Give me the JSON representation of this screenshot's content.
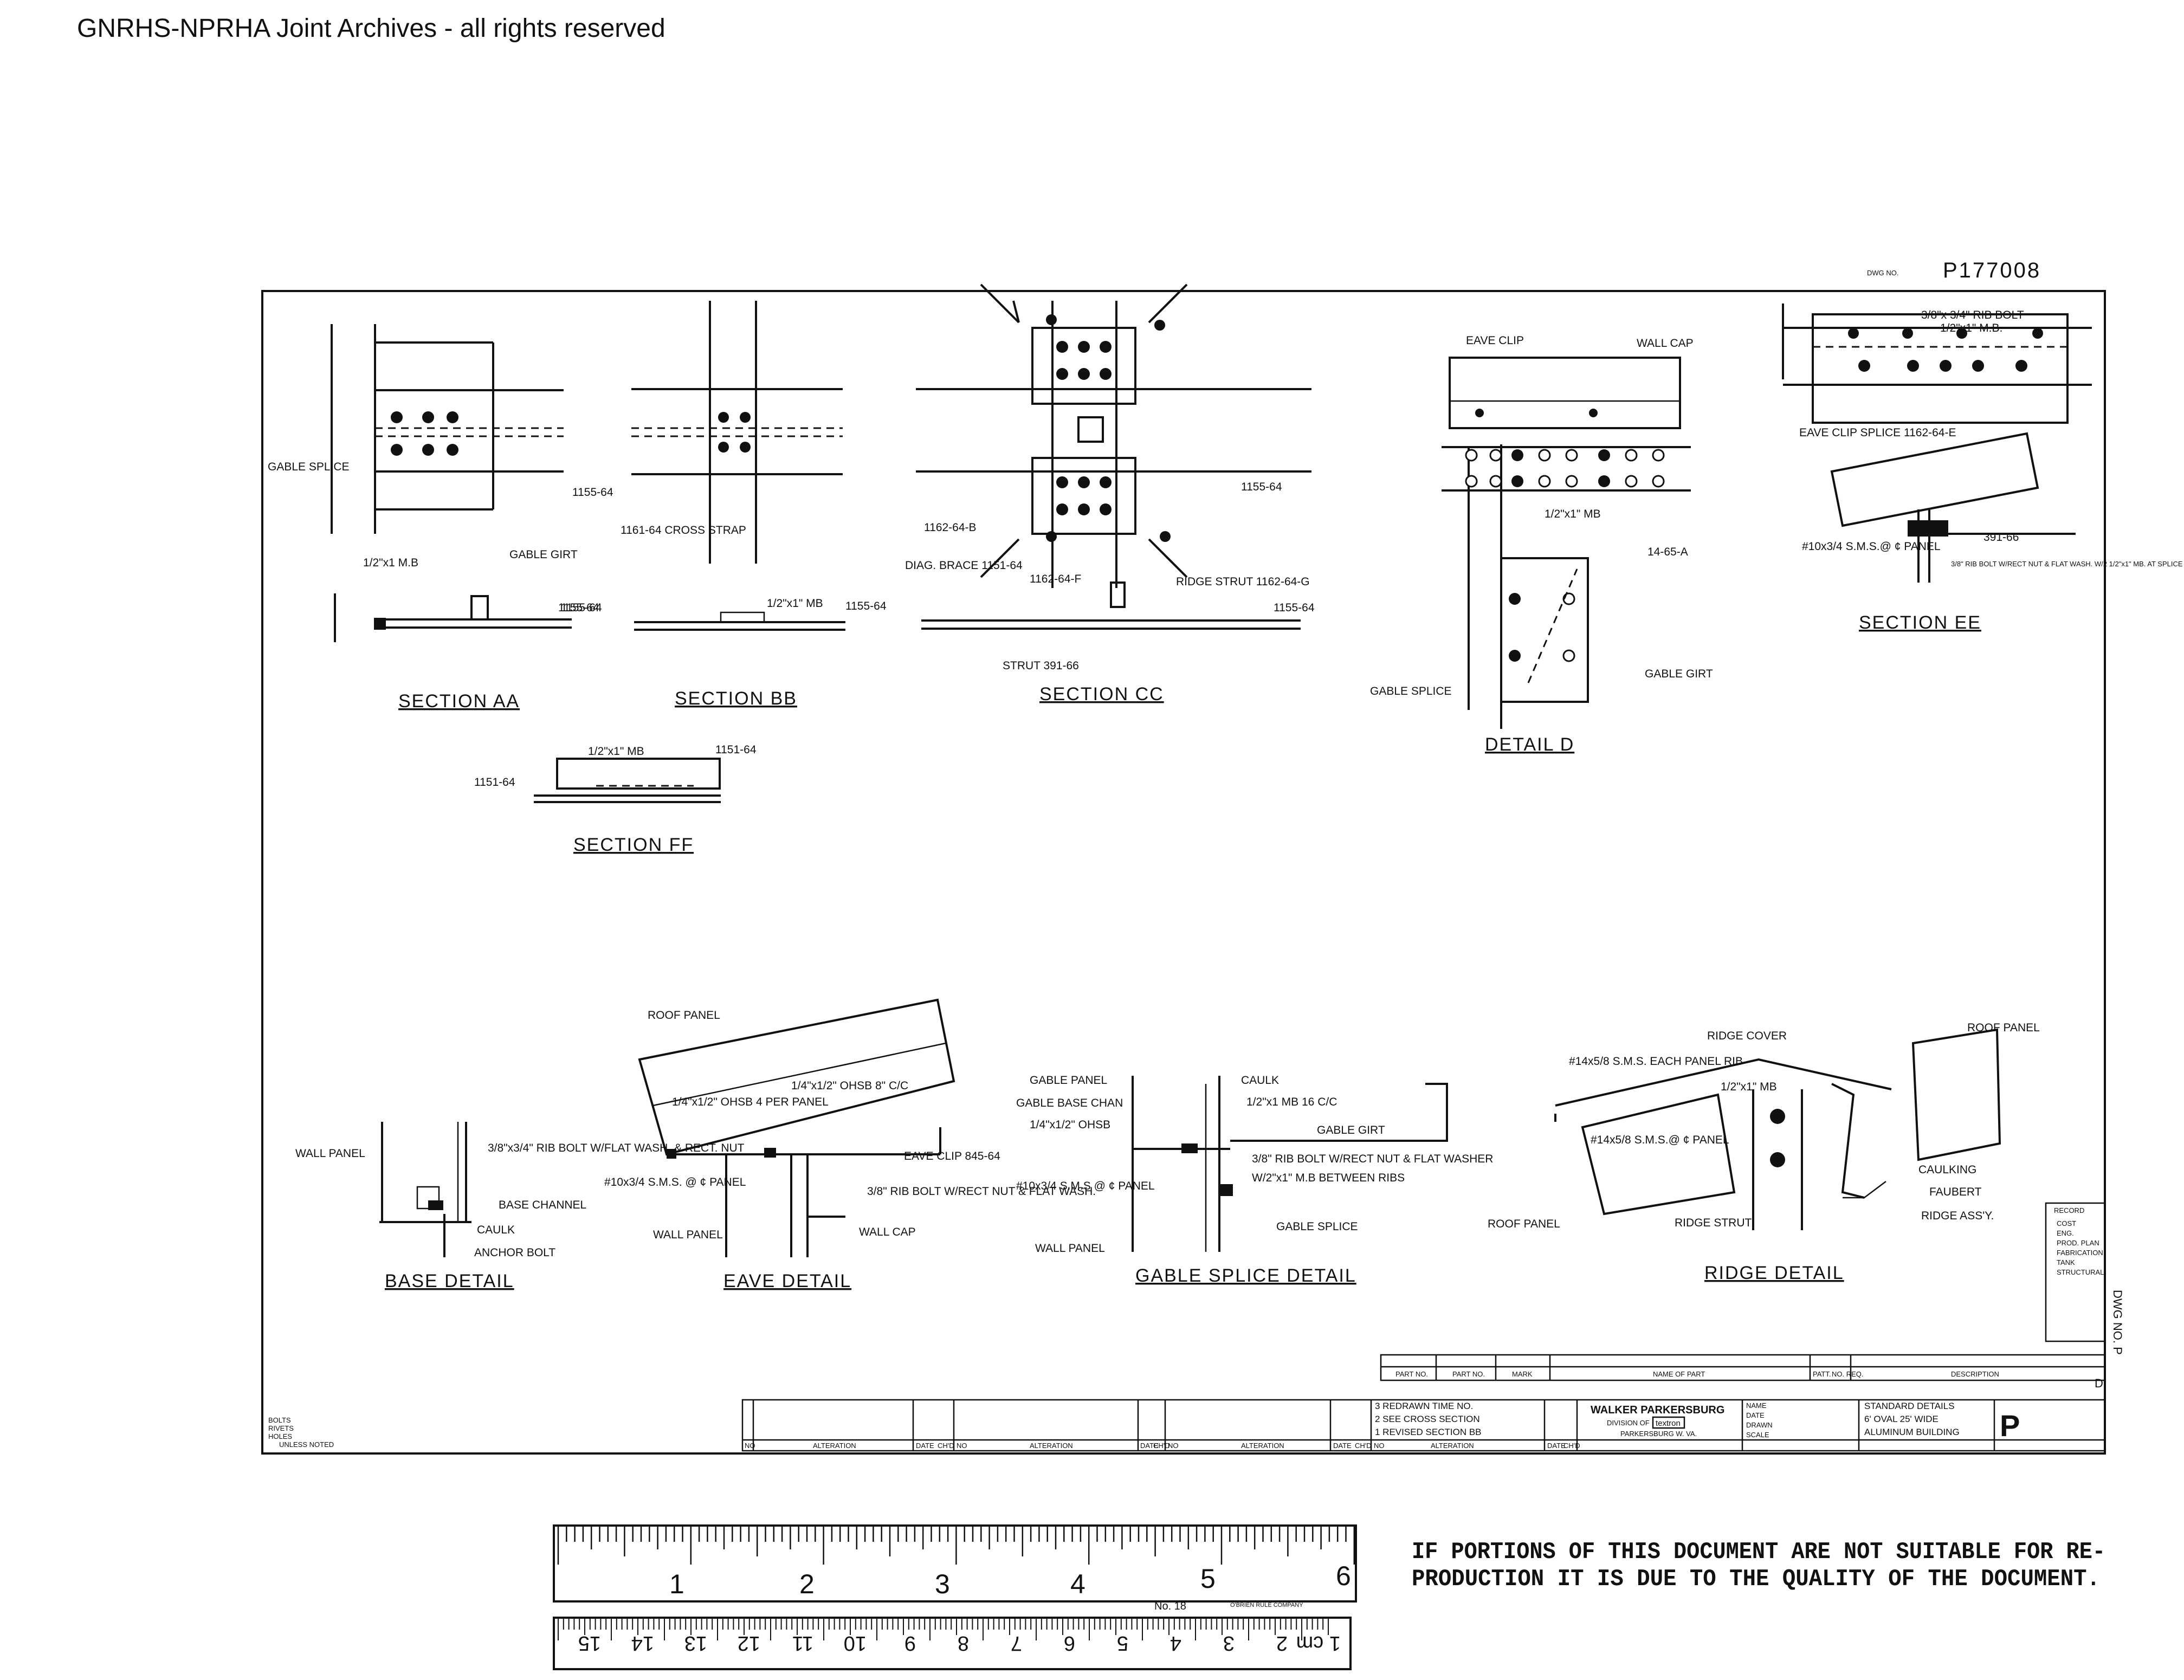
{
  "header": {
    "watermark": "GNRHS-NPRHA Joint Archives - all rights reserved",
    "dwg_no_label": "DWG NO.",
    "dwg_no": "P177008"
  },
  "section_aa": {
    "title": "SECTION AA",
    "labels": [
      "GABLE SPLICE",
      "1155-64",
      "GABLE GIRT",
      "1/2\"x1 M.B",
      "1155-64"
    ]
  },
  "section_bb": {
    "title": "SECTION BB",
    "labels": [
      "1155-64",
      "1161-64 CROSS STRAP",
      "1/2\"x1\" MB",
      "1155-64"
    ]
  },
  "section_cc": {
    "title": "SECTION CC",
    "labels": [
      "1155-64",
      "1162-64-B",
      "DIAG. BRACE 1151-64",
      "1162-64-F",
      "RIDGE STRUT 1162-64-G",
      "1155-64",
      "STRUT 391-66"
    ]
  },
  "detail_d": {
    "title": "DETAIL D",
    "labels": [
      "EAVE CLIP",
      "WALL CAP",
      "1/2\"x1\" MB",
      "14-65-A",
      "GABLE SPLICE",
      "GABLE GIRT"
    ]
  },
  "section_ee": {
    "title": "SECTION EE",
    "labels": [
      "3/8\"x 3/4\" RIB BOLT",
      "1/2\"x1\" M.B.",
      "EAVE CLIP SPLICE 1162-64-E",
      "391-66",
      "#10x3/4 S.M.S.@ ¢ PANEL",
      "3/8\" RIB BOLT W/RECT NUT & FLAT WASH. W/2 1/2\"x1\" MB. AT SPLICE"
    ]
  },
  "section_ff": {
    "title": "SECTION FF",
    "labels": [
      "1/2\"x1\" MB",
      "1151-64",
      "1151-64"
    ]
  },
  "base_detail": {
    "title": "BASE DETAIL",
    "labels": [
      "WALL PANEL",
      "3/8\"x3/4\" RIB BOLT W/FLAT WASH. & RECT. NUT",
      "BASE CHANNEL",
      "CAULK",
      "ANCHOR BOLT"
    ]
  },
  "eave_detail": {
    "title": "EAVE DETAIL",
    "labels": [
      "ROOF PANEL",
      "1/4\"x1/2\" OHSB 4 PER PANEL",
      "1/4\"x1/2\" OHSB 8\" C/C",
      "EAVE CLIP 845-64",
      "#10x3/4 S.M.S. @ ¢ PANEL",
      "3/8\" RIB BOLT W/RECT NUT & FLAT WASH.",
      "WALL PANEL",
      "WALL CAP"
    ]
  },
  "gable_splice_detail": {
    "title": "GABLE SPLICE DETAIL",
    "labels": [
      "GABLE PANEL",
      "GABLE BASE CHAN",
      "1/4\"x1/2\" OHSB",
      "CAULK",
      "1/2\"x1 MB 16 C/C",
      "GABLE GIRT",
      "#10x3/4 S.M.S @ ¢ PANEL",
      "3/8\" RIB BOLT W/RECT NUT & FLAT WASHER",
      "W/2\"x1\" M.B BETWEEN RIBS",
      "GABLE SPLICE",
      "WALL PANEL"
    ]
  },
  "ridge_detail": {
    "title": "RIDGE DETAIL",
    "labels": [
      "RIDGE COVER",
      "ROOF PANEL",
      "#14x5/8 S.M.S. EACH PANEL RIB",
      "1/2\"x1\" MB",
      "#14x5/8 S.M.S.@ ¢ PANEL",
      "CAULKING",
      "FAUBERT",
      "RIDGE ASS'Y.",
      "ROOF PANEL",
      "RIDGE STRUT"
    ]
  },
  "title_block": {
    "company": "WALKER PARKERSBURG",
    "division_of": "DIVISION OF",
    "textron": "textron",
    "city": "PARKERSBURG W. VA.",
    "title_lines": [
      "STANDARD DETAILS",
      "6' OVAL 25' WIDE",
      "ALUMINUM BUILDING"
    ],
    "sheet_letter": "P",
    "revisions": [
      "3  REDRAWN  TIME NO.",
      "2  SEE CROSS SECTION",
      "1  REVISED  SECTION BB"
    ],
    "left_notes": [
      "BOLTS",
      "RIVETS",
      "HOLES",
      "UNLESS NOTED"
    ],
    "col_headers": [
      "NO",
      "ALTERATION",
      "DATE",
      "CH'D",
      "NO",
      "ALTERATION",
      "DATE",
      "CH'D",
      "NO",
      "ALTERATION",
      "DATE",
      "CH'D",
      "NO",
      "ALTERATION",
      "DATE",
      "CH'D"
    ],
    "parts_headers": [
      "PART NO.",
      "PART NO.",
      "MARK",
      "NAME OF PART",
      "PATT.",
      "NO. REQ.",
      "DESCRIPTION"
    ],
    "record_title": "RECORD",
    "record_items": [
      "COST",
      "ENG.",
      "PROD. PLAN",
      "FABRICATION",
      "TANK",
      "STRUCTURAL"
    ],
    "info_rows": [
      "NAME",
      "DATE",
      "DRAWN",
      "SCALE"
    ],
    "side_letter": "D",
    "vertical_label": "DWG NO. P"
  },
  "ruler": {
    "inch_labels": [
      "1",
      "2",
      "3",
      "4",
      "5",
      "6"
    ],
    "cm_labels": [
      "1 cm",
      "2",
      "3",
      "4",
      "5",
      "6",
      "7",
      "8",
      "9",
      "10",
      "11",
      "12",
      "13",
      "14",
      "15"
    ],
    "model": "No. 18",
    "maker": "O'BRIEN RULE COMPANY"
  },
  "notice": {
    "line1": "IF PORTIONS OF THIS DOCUMENT ARE NOT SUITABLE FOR RE-",
    "line2": "PRODUCTION IT IS DUE TO THE QUALITY OF THE DOCUMENT."
  }
}
